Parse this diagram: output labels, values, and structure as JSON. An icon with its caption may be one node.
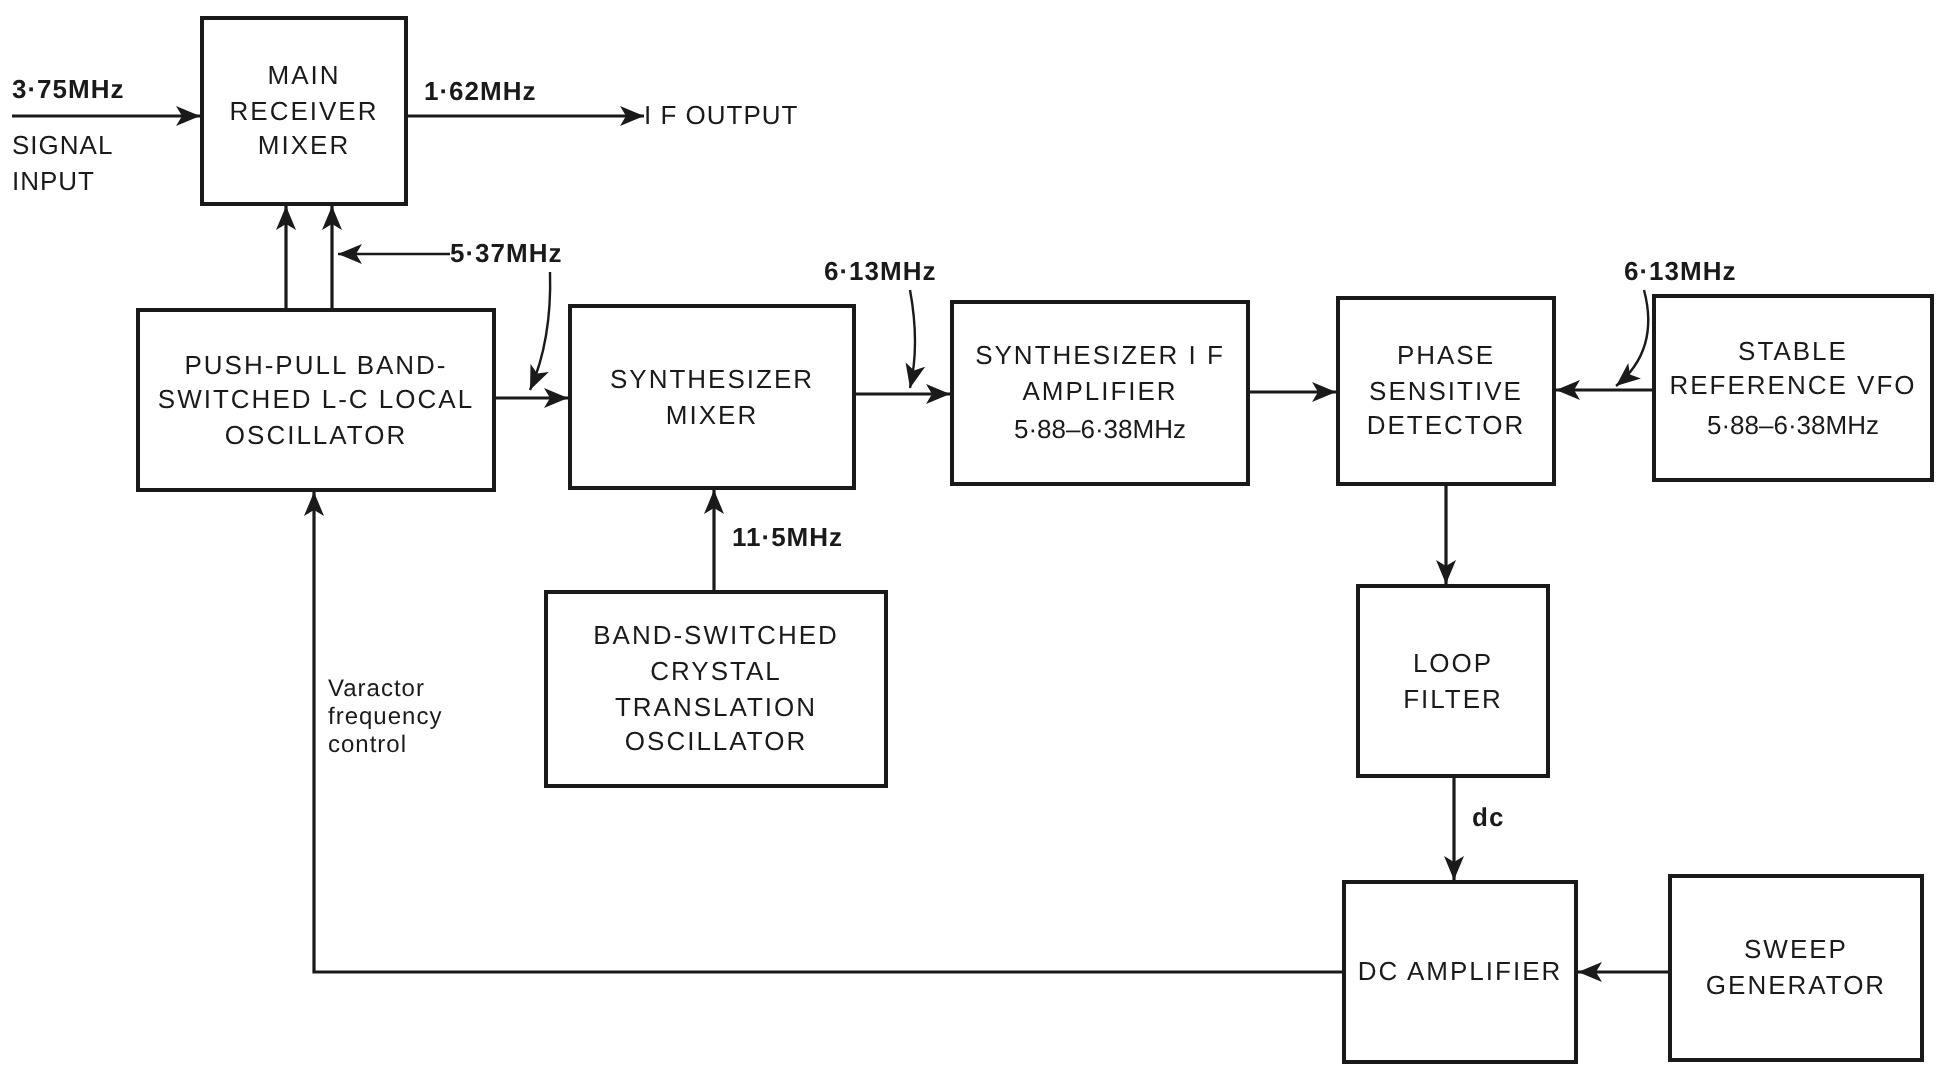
{
  "diagram": {
    "nodes": [
      {
        "text": [
          "MAIN RECEIVER MIXER"
        ]
      },
      {
        "text": [
          "PUSH-PULL BAND-SWITCHED L-C LOCAL OSCILLATOR"
        ]
      },
      {
        "text": [
          "SYNTHESIZER MIXER"
        ]
      },
      {
        "text": [
          "SYNTHESIZER I F AMPLIFIER",
          "5·88–6·38MHz"
        ]
      },
      {
        "text": [
          "PHASE SENSITIVE DETECTOR"
        ]
      },
      {
        "text": [
          "STABLE REFERENCE VFO",
          "5·88–6·38MHz"
        ]
      },
      {
        "text": [
          "BAND-SWITCHED CRYSTAL TRANSLATION OSCILLATOR"
        ]
      },
      {
        "text": [
          "LOOP FILTER"
        ]
      },
      {
        "text": [
          "DC AMPLIFIER"
        ]
      },
      {
        "text": [
          "SWEEP GENERATOR"
        ]
      },
      {
        "text": [
          "I F OUTPUT"
        ]
      },
      {
        "text": [
          "5·37MHz"
        ]
      },
      {
        "text": [
          "6·13MHz"
        ]
      },
      {
        "text": [
          "6·13MHz"
        ]
      },
      {
        "text": [
          "SIGNAL INPUT"
        ]
      }
    ],
    "edges": [
      {
        "from": 14,
        "to": 0,
        "arrow": "to",
        "label": "3·75MHz"
      },
      {
        "from": 0,
        "to": 10,
        "arrow": "to",
        "label": "1·62MHz"
      },
      {
        "from": 1,
        "to": 0,
        "arrow": "to"
      },
      {
        "from": 1,
        "to": 0,
        "arrow": "to"
      },
      {
        "from": 1,
        "to": 2,
        "arrow": "to"
      },
      {
        "from": 2,
        "to": 3,
        "arrow": "to"
      },
      {
        "from": 5,
        "to": 4,
        "arrow": "to"
      },
      {
        "from": 3,
        "to": 4,
        "arrow": "to"
      },
      {
        "from": 6,
        "to": 2,
        "arrow": "to",
        "label": "11·5MHz"
      },
      {
        "from": 4,
        "to": 7,
        "arrow": "to"
      },
      {
        "from": 7,
        "to": 8,
        "arrow": "to",
        "label": "dc"
      },
      {
        "from": 9,
        "to": 8,
        "arrow": "to"
      },
      {
        "from": 8,
        "to": 1,
        "arrow": "to",
        "label": "Varactor frequency control"
      },
      {
        "from": 11,
        "to": 0,
        "arrow": "to"
      },
      {
        "from": 11,
        "to": 2,
        "arrow": "to"
      },
      {
        "from": 12,
        "to": 3,
        "arrow": "to"
      },
      {
        "from": 13,
        "to": 5,
        "arrow": "to"
      }
    ]
  }
}
